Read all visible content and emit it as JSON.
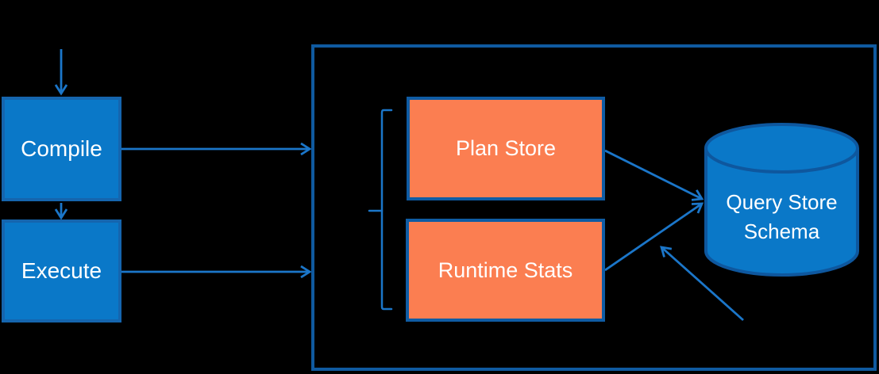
{
  "diagram": {
    "title": "Query Store architecture diagram",
    "nodes": {
      "compile": {
        "label": "Compile",
        "type": "process-box"
      },
      "execute": {
        "label": "Execute",
        "type": "process-box"
      },
      "plan_store": {
        "label": "Plan Store",
        "type": "store-box"
      },
      "runtime_stats": {
        "label": "Runtime Stats",
        "type": "store-box"
      },
      "query_store_schema": {
        "label": "Query Store Schema",
        "type": "database-cylinder"
      },
      "query_store_group": {
        "label": "",
        "type": "group-outline"
      }
    },
    "edges": [
      {
        "id": "inflow-to-compile",
        "from": "offscreen-top",
        "to": "compile"
      },
      {
        "id": "compile-to-execute",
        "from": "compile",
        "to": "execute"
      },
      {
        "id": "compile-to-query-store",
        "from": "compile",
        "to": "query_store_group"
      },
      {
        "id": "execute-to-query-store",
        "from": "execute",
        "to": "query_store_group"
      },
      {
        "id": "plan-store-to-schema",
        "from": "plan_store",
        "to": "query_store_schema"
      },
      {
        "id": "runtime-stats-to-schema",
        "from": "runtime_stats",
        "to": "query_store_schema"
      },
      {
        "id": "offscreen-to-schema",
        "from": "offscreen-bottom-right",
        "to": "query_store_schema"
      }
    ],
    "colors": {
      "background": "#000000",
      "box_blue_fill": "#0A78C8",
      "box_blue_border": "#1565AE",
      "orange_fill": "#FB7E51",
      "orange_border": "#0F5CA4",
      "container_border": "#0F5AA0",
      "cylinder_fill": "#0A78C8",
      "cylinder_border": "#0E579E",
      "arrow": "#1B76C9",
      "text": "#FFFFFF"
    }
  }
}
